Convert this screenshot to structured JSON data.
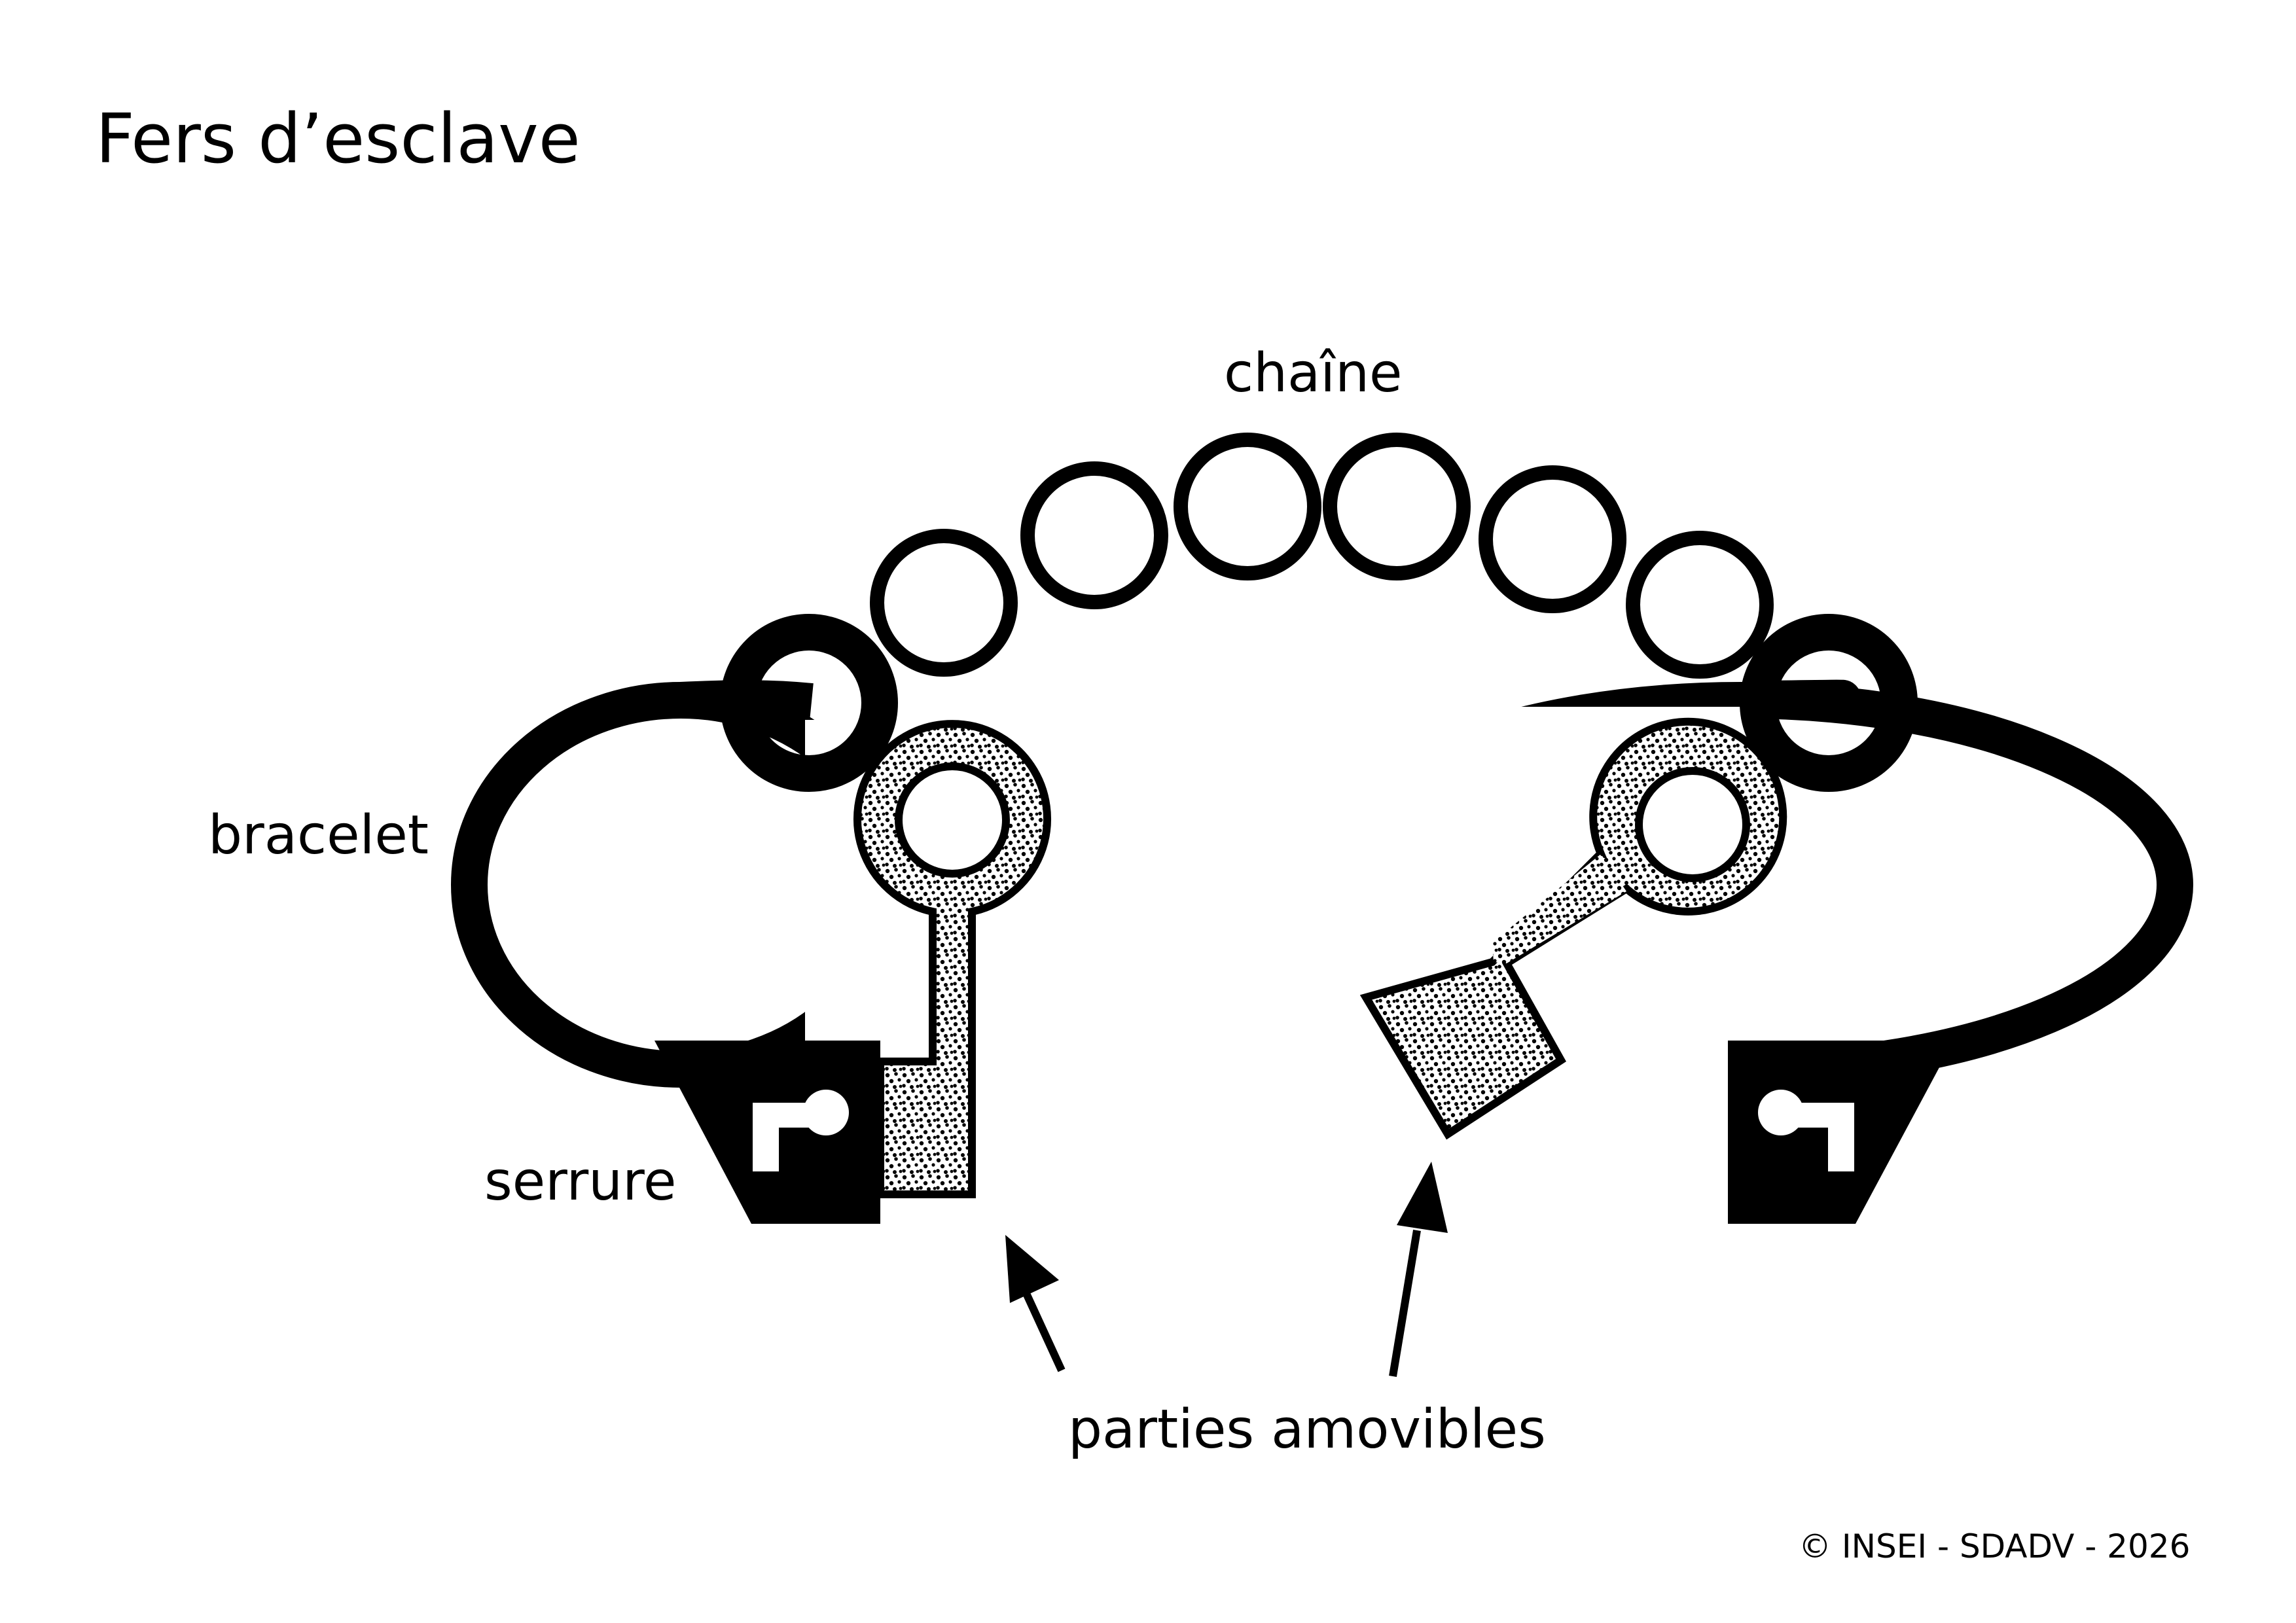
{
  "title": "Fers d’esclave",
  "labels": {
    "chain": "chaîne",
    "bracelet": "bracelet",
    "lock": "serrure",
    "removable_parts": "parties amovibles"
  },
  "copyright": "© INSEI - SDADV - 2026",
  "colors": {
    "ink": "#000000",
    "background": "#ffffff"
  }
}
